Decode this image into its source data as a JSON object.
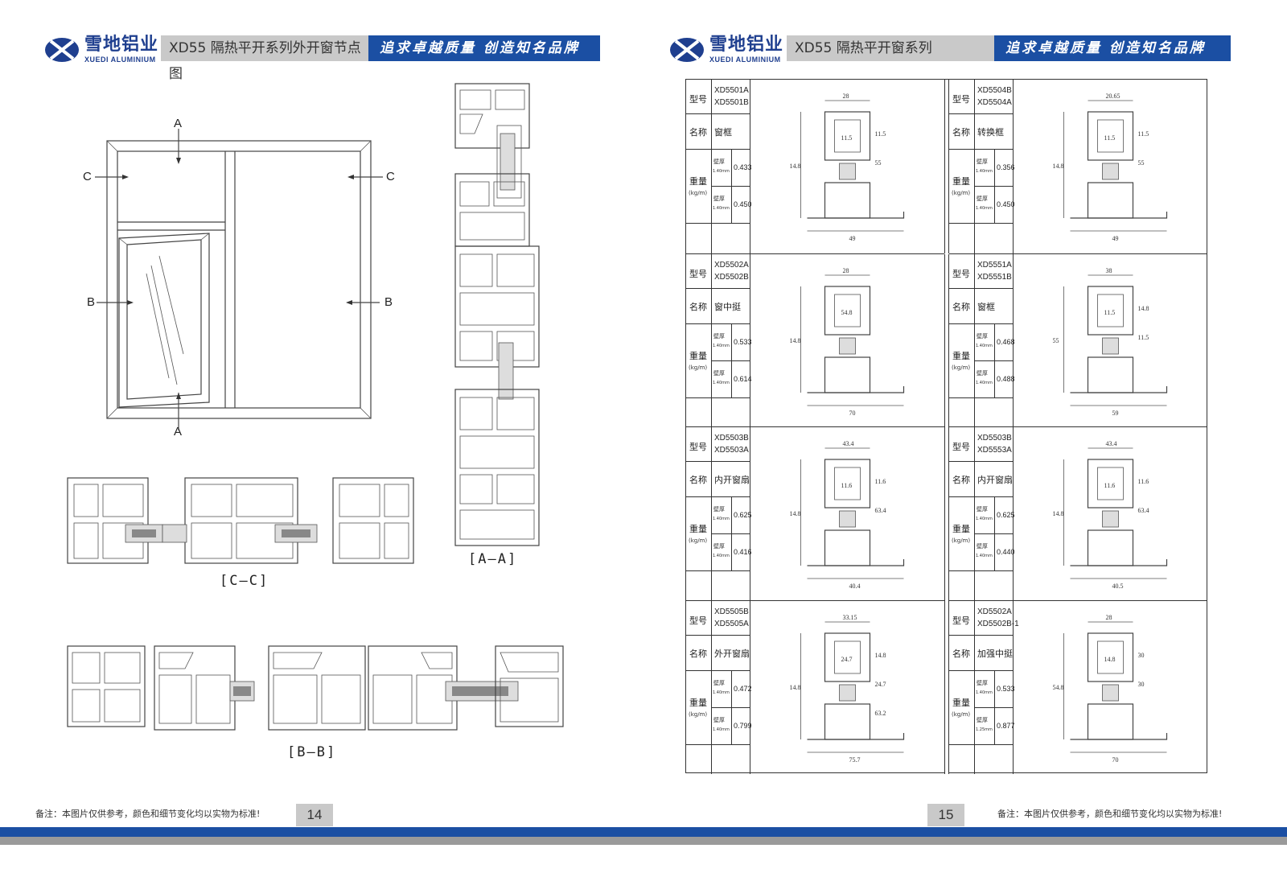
{
  "brand": {
    "name_cn": "雪地铝业",
    "name_en": "XUEDI ALUMINIUM",
    "accent": "#1b4fa3"
  },
  "left_page": {
    "title": "XD55 隔热平开系列外开窗节点图",
    "slogan": "追求卓越质量 创造知名品牌",
    "letters": {
      "a": "A",
      "b": "B",
      "c": "C"
    },
    "sections": {
      "cc": "[C—C]",
      "bb": "[B—B]",
      "aa": "[A—A]"
    },
    "note": "备注：本图片仅供参考，颜色和细节变化均以实物为标准!",
    "page_number": "14"
  },
  "right_page": {
    "title": "XD55 隔热平开窗系列",
    "slogan": "追求卓越质量 创造知名品牌",
    "note": "备注：本图片仅供参考，颜色和细节变化均以实物为标准!",
    "page_number": "15",
    "labels": {
      "model": "型号",
      "name": "名称",
      "weight": "重量",
      "unit": "(kg/m)",
      "wall": "壁厚"
    },
    "profiles": [
      {
        "codes": [
          "XD5501A",
          "XD5501B"
        ],
        "name": "窗框",
        "rows": [
          {
            "thick": "1.40mm",
            "weight": "0.433"
          },
          {
            "thick": "1.40mm",
            "weight": "0.450"
          }
        ],
        "dims": [
          "28",
          "11.5",
          "14.8",
          "11.5",
          "55",
          "49"
        ]
      },
      {
        "codes": [
          "XD5504B",
          "XD5504A"
        ],
        "name": "转换框",
        "rows": [
          {
            "thick": "1.40mm",
            "weight": "0.356"
          },
          {
            "thick": "1.40mm",
            "weight": "0.450"
          }
        ],
        "dims": [
          "20.65",
          "11.5",
          "14.8",
          "11.5",
          "55",
          "49"
        ]
      },
      {
        "codes": [
          "XD5502A",
          "XD5502B"
        ],
        "name": "窗中挺",
        "rows": [
          {
            "thick": "1.40mm",
            "weight": "0.533"
          },
          {
            "thick": "1.40mm",
            "weight": "0.614"
          }
        ],
        "dims": [
          "28",
          "54.8",
          "14.8",
          "70"
        ]
      },
      {
        "codes": [
          "XD5551A",
          "XD5551B"
        ],
        "name": "窗框",
        "rows": [
          {
            "thick": "1.40mm",
            "weight": "0.468"
          },
          {
            "thick": "1.40mm",
            "weight": "0.488"
          }
        ],
        "dims": [
          "38",
          "11.5",
          "55",
          "14.8",
          "11.5",
          "59"
        ]
      },
      {
        "codes": [
          "XD5503B",
          "XD5503A"
        ],
        "name": "内开窗扇",
        "rows": [
          {
            "thick": "1.40mm",
            "weight": "0.625"
          },
          {
            "thick": "1.40mm",
            "weight": "0.416"
          }
        ],
        "dims": [
          "43.4",
          "11.6",
          "14.8",
          "11.6",
          "63.4",
          "40.4"
        ]
      },
      {
        "codes": [
          "XD5503B",
          "XD5553A"
        ],
        "name": "内开窗扇",
        "rows": [
          {
            "thick": "1.40mm",
            "weight": "0.625"
          },
          {
            "thick": "1.40mm",
            "weight": "0.440"
          }
        ],
        "dims": [
          "43.4",
          "11.6",
          "14.8",
          "11.6",
          "63.4",
          "40.5"
        ]
      },
      {
        "codes": [
          "XD5505B",
          "XD5505A"
        ],
        "name": "外开窗扇",
        "rows": [
          {
            "thick": "1.40mm",
            "weight": "0.472"
          },
          {
            "thick": "1.40mm",
            "weight": "0.799"
          }
        ],
        "dims": [
          "33.15",
          "24.7",
          "14.8",
          "14.8",
          "24.7",
          "63.2",
          "75.7"
        ]
      },
      {
        "codes": [
          "XD5502A",
          "XD5502B-1"
        ],
        "name": "加强中挺",
        "rows": [
          {
            "thick": "1.40mm",
            "weight": "0.533"
          },
          {
            "thick": "1.25mm",
            "weight": "0.877"
          }
        ],
        "dims": [
          "28",
          "14.8",
          "54.8",
          "30",
          "30",
          "70"
        ]
      }
    ]
  }
}
